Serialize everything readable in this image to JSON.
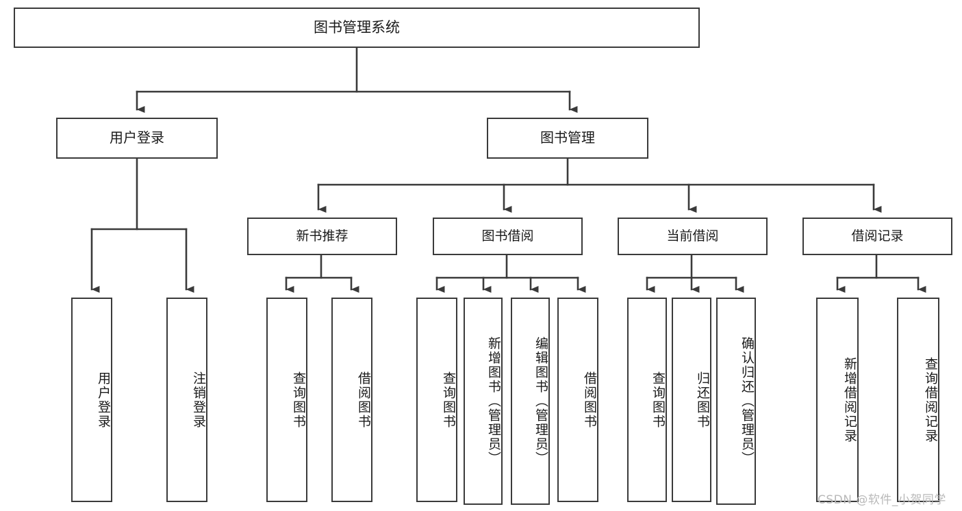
{
  "diagram": {
    "type": "tree",
    "title": "图书管理系统",
    "watermark": "CSDN @软件_小贺同学",
    "colors": {
      "stroke": "#3a3a3a",
      "fill": "#ffffff",
      "text": "#1a1a1a",
      "watermark": "#b9b9b9",
      "background": "#ffffff"
    },
    "nodes": {
      "root": {
        "label": "图书管理系统"
      },
      "level1": [
        {
          "id": "user-login",
          "label": "用户登录"
        },
        {
          "id": "book-manage",
          "label": "图书管理"
        }
      ],
      "level2": [
        {
          "id": "new-book-recommend",
          "label": "新书推荐"
        },
        {
          "id": "book-borrow",
          "label": "图书借阅"
        },
        {
          "id": "current-borrow",
          "label": "当前借阅"
        },
        {
          "id": "borrow-record",
          "label": "借阅记录"
        }
      ],
      "leaves": {
        "user_login": [
          {
            "id": "leaf-user-login",
            "label": "用户登录"
          },
          {
            "id": "leaf-logout",
            "label": "注销登录"
          }
        ],
        "new_book_recommend": [
          {
            "id": "leaf-query-book-1",
            "label": "查询图书"
          },
          {
            "id": "leaf-borrow-book-1",
            "label": "借阅图书"
          }
        ],
        "book_borrow": [
          {
            "id": "leaf-query-book-2",
            "label": "查询图书"
          },
          {
            "id": "leaf-add-book",
            "label": "新增图书（管理员）"
          },
          {
            "id": "leaf-edit-book",
            "label": "编辑图书（管理员）"
          },
          {
            "id": "leaf-borrow-book-2",
            "label": "借阅图书"
          }
        ],
        "current_borrow": [
          {
            "id": "leaf-query-book-3",
            "label": "查询图书"
          },
          {
            "id": "leaf-return-book",
            "label": "归还图书"
          },
          {
            "id": "leaf-confirm-return",
            "label": "确认归还（管理员）"
          }
        ],
        "borrow_record": [
          {
            "id": "leaf-add-record",
            "label": "新增借阅记录"
          },
          {
            "id": "leaf-query-record",
            "label": "查询借阅记录"
          }
        ]
      }
    }
  }
}
